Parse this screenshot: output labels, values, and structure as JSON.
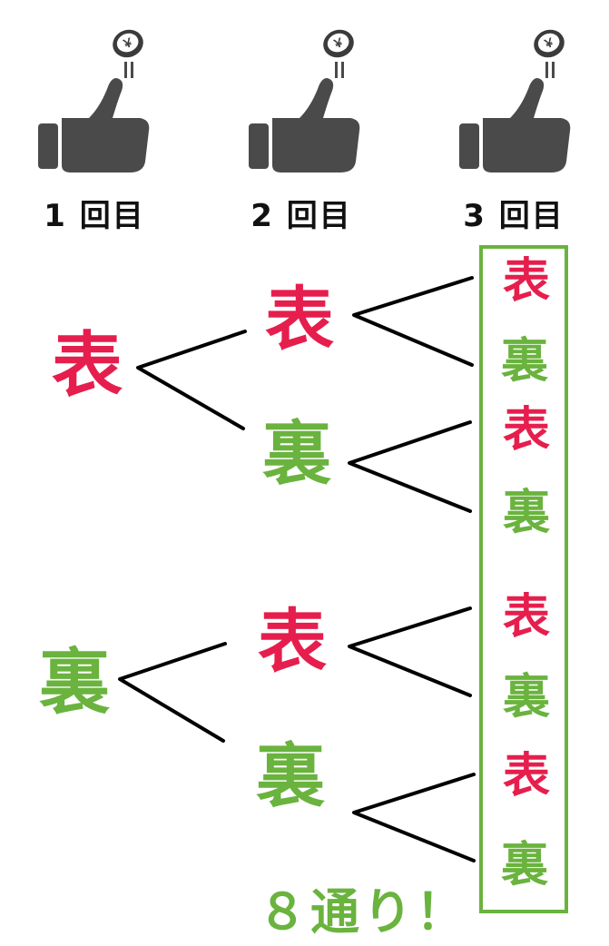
{
  "headers": [
    "1 回目",
    "2 回目",
    "3 回目"
  ],
  "level1": [
    "表",
    "裏"
  ],
  "level2": [
    "表",
    "裏",
    "表",
    "裏"
  ],
  "level3": [
    "表",
    "裏",
    "表",
    "裏",
    "表",
    "裏",
    "表",
    "裏"
  ],
  "result": "８通り！",
  "colors": {
    "omote": "#e61e4d",
    "ura": "#6ab33e",
    "hand": "#4a4a4a",
    "line": "#000000"
  },
  "icons": [
    "coin-flip-thumb-icon",
    "coin-flip-thumb-icon",
    "coin-flip-thumb-icon"
  ]
}
